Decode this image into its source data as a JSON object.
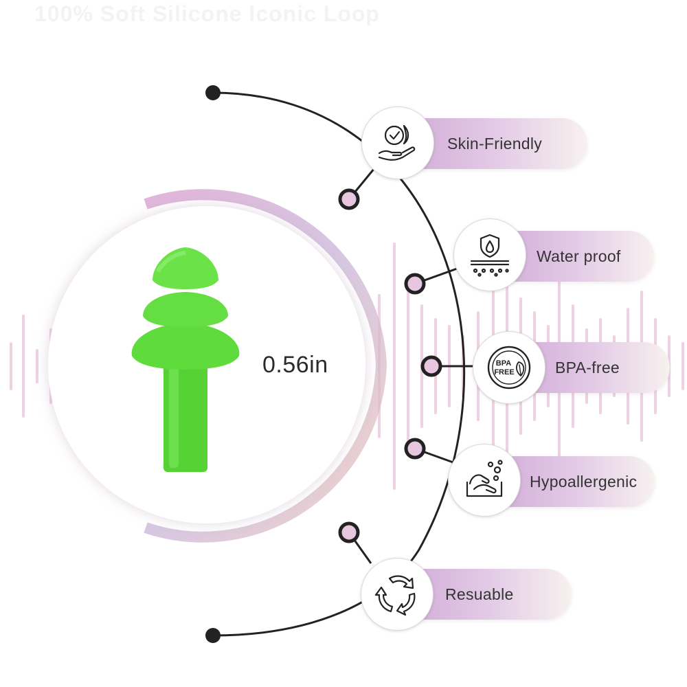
{
  "header": {
    "title": "100% Soft Silicone Iconic Loop"
  },
  "product": {
    "size_label": "0.56in",
    "color": "#5fdc3c",
    "icon": "silicone-earplug-image"
  },
  "features": [
    {
      "label": "Skin-Friendly",
      "icon": "skin-care-hand-icon"
    },
    {
      "label": "Water proof",
      "icon": "waterproof-shield-icon"
    },
    {
      "label": "BPA-free",
      "icon": "bpa-free-badge-icon",
      "badge_line1": "BPA",
      "badge_line2": "FREE"
    },
    {
      "label": "Hypoallergenic",
      "icon": "washing-hands-icon"
    },
    {
      "label": "Resuable",
      "icon": "recycle-arrows-icon"
    }
  ],
  "colors": {
    "accent_pink": "#d79ccd",
    "pill_start": "#cfa7d6",
    "line": "#222222",
    "wave": "#eac7dc"
  }
}
